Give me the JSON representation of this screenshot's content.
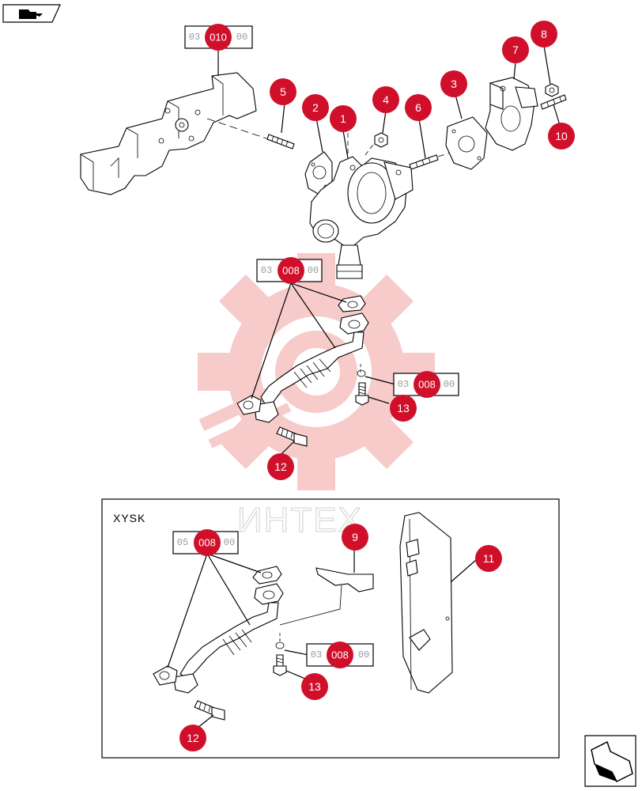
{
  "toolbar": {
    "top_icon": "folder-icon",
    "bottom_icon": "next-page-arrow-icon"
  },
  "colors": {
    "callout": "#d0102a",
    "watermark": "#f3a1a1",
    "line": "#000000"
  },
  "watermark": {
    "text": "ИНТЕХ"
  },
  "inset": {
    "label": "XYSK"
  },
  "references": {
    "r1": {
      "prefix": "03",
      "middle": "010",
      "suffix": "00"
    },
    "r2": {
      "prefix": "03",
      "middle": "008",
      "suffix": "00"
    },
    "r3": {
      "prefix": "03",
      "middle": "008",
      "suffix": "00"
    },
    "r4": {
      "prefix": "05",
      "middle": "008",
      "suffix": "00"
    },
    "r5": {
      "prefix": "03",
      "middle": "008",
      "suffix": "00"
    }
  },
  "callouts": {
    "c1": "1",
    "c2": "2",
    "c3": "3",
    "c4": "4",
    "c5": "5",
    "c6": "6",
    "c7": "7",
    "c8": "8",
    "c10": "10",
    "c12a": "12",
    "c13a": "13",
    "c9": "9",
    "c11": "11",
    "c12b": "12",
    "c13b": "13"
  }
}
